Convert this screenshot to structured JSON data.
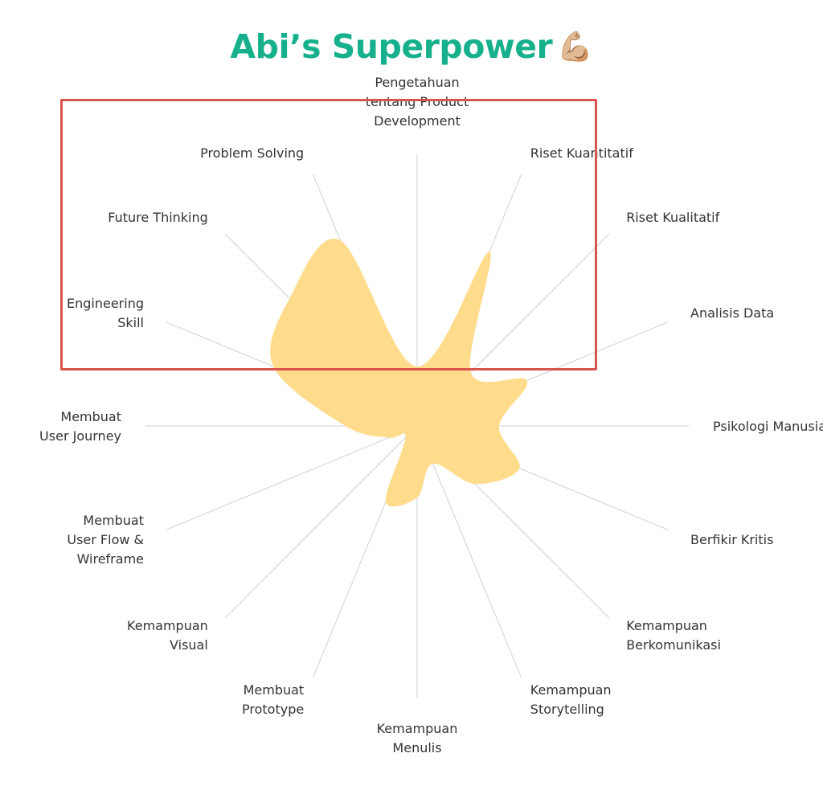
{
  "colors": {
    "title": "#17b08c",
    "fill": "#ffdb8c",
    "axis_line": "#d0d0d0",
    "highlight": "#d9534f"
  },
  "chart_data": {
    "type": "radar",
    "title": "Abi’s Superpower",
    "title_emoji": "💪🏼",
    "curve": "smooth",
    "axes": [
      [
        "Pengetahuan",
        "tentang Product",
        "Development"
      ],
      [
        "Riset Kuantitatif"
      ],
      [
        "Riset Kualitatif"
      ],
      [
        "Analisis Data"
      ],
      [
        "Psikologi Manusia"
      ],
      [
        "Berfikir Kritis"
      ],
      [
        "Kemampuan",
        "Berkomunikasi"
      ],
      [
        "Kemampuan",
        "Storytelling"
      ],
      [
        "Kemampuan",
        "Menulis"
      ],
      [
        "Membuat",
        "Prototype"
      ],
      [
        "Kemampuan",
        "Visual"
      ],
      [
        "Membuat",
        "User Flow &",
        "Wireframe"
      ],
      [
        "Membuat",
        "User Journey"
      ],
      [
        "Engineering",
        "Skill"
      ],
      [
        "Future Thinking"
      ],
      [
        "Problem Solving"
      ]
    ],
    "values": [
      0.29,
      0.92,
      0.37,
      0.58,
      0.4,
      0.54,
      0.4,
      0.2,
      0.35,
      0.4,
      0.08,
      0.15,
      0.35,
      0.76,
      0.88,
      0.98
    ],
    "range": [
      0,
      1
    ]
  }
}
